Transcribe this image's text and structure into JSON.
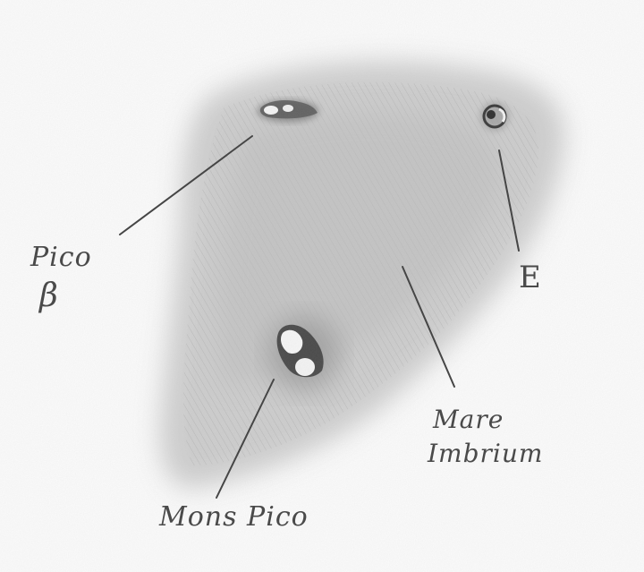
{
  "labels": {
    "pico_beta_line1": "Pico",
    "pico_beta_line2": "β",
    "e": "E",
    "mare_line1": "Mare",
    "mare_line2": "Imbrium",
    "mons_pico": "Mons Pico"
  },
  "colors": {
    "paper": "#fbfbfb",
    "graphite_light": "#c9c9c9",
    "graphite_mid": "#a9a9a9",
    "graphite_dark": "#3a3a3a",
    "label": "#4a4a4a"
  }
}
